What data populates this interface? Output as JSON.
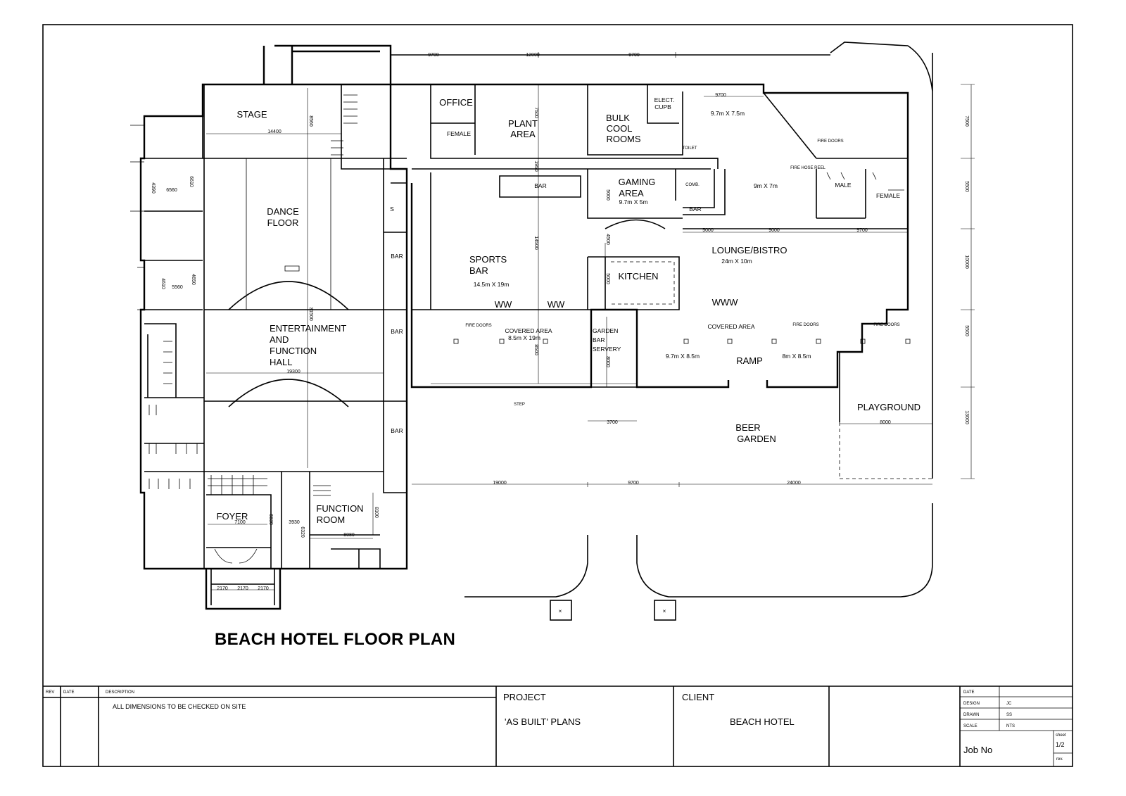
{
  "drawing_title": "BEACH HOTEL FLOOR PLAN",
  "rooms": {
    "stage": "STAGE",
    "dance_floor": [
      "DANCE",
      "FLOOR"
    ],
    "entertainment_hall": [
      "ENTERTAINMENT",
      "AND",
      "FUNCTION",
      "HALL"
    ],
    "foyer": "FOYER",
    "function_room": [
      "FUNCTION",
      "ROOM"
    ],
    "office": "OFFICE",
    "female_office": "FEMALE",
    "plant_area": [
      "PLANT",
      "AREA"
    ],
    "bulk_cool_rooms": [
      "BULK",
      "COOL",
      "ROOMS"
    ],
    "elect_cupb": [
      "ELECT.",
      "CUPB"
    ],
    "toilet": "TOILET",
    "bar_main": "BAR",
    "gaming_area": [
      "GAMING",
      "AREA"
    ],
    "gaming_area_size": "9.7m X 5m",
    "comb": "COMB.",
    "bar_gaming": "BAR",
    "male": "MALE",
    "female_lounge": "FEMALE",
    "sports_bar": [
      "SPORTS",
      "BAR"
    ],
    "sports_bar_size": "14.5m X 19m",
    "kitchen": "KITCHEN",
    "lounge_bistro": "LOUNGE/BISTRO",
    "lounge_bistro_size": "24m X 10m",
    "top_room_size": "9.7m X 7.5m",
    "mid_room_size": "9m X 7m",
    "covered_area_left": "COVERED AREA",
    "covered_area_left_size": "8.5m X 19m",
    "garden_bar": [
      "GARDEN",
      "BAR",
      "SERVERY"
    ],
    "covered_area_right": "COVERED AREA",
    "covered_right_size_a": "9.7m X 8.5m",
    "ramp": "RAMP",
    "covered_right_size_b": "8m X 8.5m",
    "playground": "PLAYGROUND",
    "beer_garden": [
      "BEER",
      "GARDEN"
    ],
    "s_room": "S",
    "bar_side_1": "BAR",
    "bar_side_2": "BAR",
    "bar_side_3": "BAR",
    "fire_doors": "FIRE DOORS",
    "fire_hose_reel": "FIRE HOSE REEL",
    "step": "STEP",
    "wind_glyph": "WW",
    "wind_glyph_long": "WWW",
    "x_mark": "×"
  },
  "dimensions": {
    "top": [
      "9700",
      "12000",
      "9700"
    ],
    "stage_width": "14400",
    "stage_depth": "8560",
    "left_1": "4390",
    "left_1w": "6560",
    "left_1h": "6610",
    "left_2": "4610",
    "left_2w": "5560",
    "left_2h": "4650",
    "hall_length": "31500",
    "hall_width": "19300",
    "foyer_w": "7100",
    "foyer_h": "6830",
    "func_a": "3930",
    "func_b": "6320",
    "func_w": "8080",
    "func_h": "8100",
    "entry": [
      "2170",
      "2170",
      "2170"
    ],
    "top_room_w": "9700",
    "plant_1": "7500",
    "plant_2": "1950",
    "sports_h": "14500",
    "gaming_h": "5000",
    "gaming_h2": "4500",
    "kitchen_h": "5000",
    "covered_h": "8500",
    "garden_bar_h": "8000",
    "lounge_row": [
      "5000",
      "9000",
      "9700"
    ],
    "garden_bar_w": "3700",
    "playground_w": "8000",
    "bottom": [
      "19000",
      "9700",
      "24000"
    ],
    "right": [
      "7500",
      "5500",
      "10000",
      "5500",
      "13000"
    ]
  },
  "title_block": {
    "rev_header": "REV",
    "date_header": "DATE",
    "description_header": "DESCRIPTION",
    "description": "ALL DIMENSIONS TO BE CHECKED ON SITE",
    "project_label": "PROJECT",
    "project_value": "'AS BUILT' PLANS",
    "client_label": "CLIENT",
    "client_value": "BEACH HOTEL",
    "date_label": "DATE",
    "design_label": "DESIGN",
    "design_value": "JC",
    "drawn_label": "DRAWN",
    "drawn_value": "SS",
    "scale_label": "SCALE",
    "scale_value": "NTS",
    "job_no_label": "Job No",
    "sheet_label": "sheet",
    "sheet_value": "1/2",
    "rev_label": "rev."
  }
}
